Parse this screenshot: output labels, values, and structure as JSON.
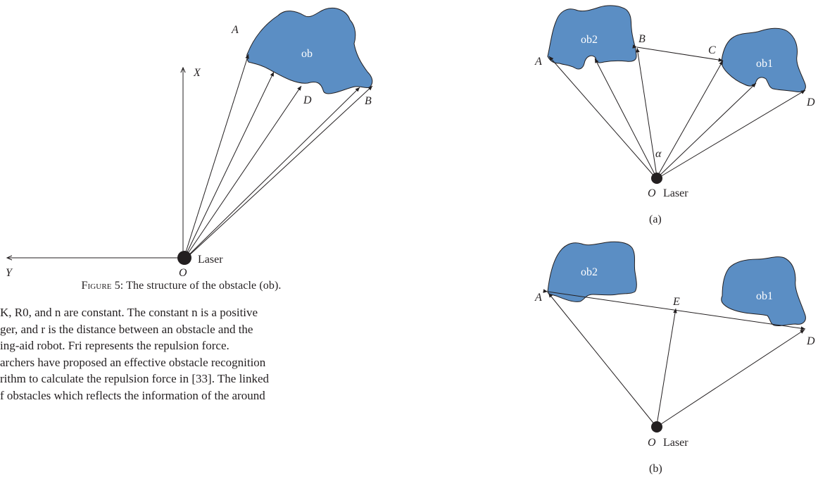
{
  "figure5": {
    "axis_x": "X",
    "axis_y": "Y",
    "origin": "O",
    "laser": "Laser",
    "obstacle": "ob",
    "point_a": "A",
    "point_b": "B",
    "point_d": "D",
    "caption_prefix": "Figure 5:",
    "caption_text": "The structure of the obstacle (ob)."
  },
  "figure_a": {
    "ob2": "ob2",
    "ob1": "ob1",
    "point_a": "A",
    "point_b": "B",
    "point_c": "C",
    "point_d": "D",
    "angle": "α",
    "origin": "O",
    "laser": "Laser",
    "sublabel": "(a)"
  },
  "figure_b": {
    "ob2": "ob2",
    "ob1": "ob1",
    "point_a": "A",
    "point_e": "E",
    "point_d": "D",
    "origin": "O",
    "laser": "Laser",
    "sublabel": "(b)"
  },
  "body_lines": [
    "K, R0, and n are constant. The constant n is a positive",
    "ger, and r is the distance between an obstacle and the",
    "ing-aid robot. Fri represents the repulsion force.",
    "archers have proposed an effective obstacle recognition",
    "rithm to calculate the repulsion force in [33]. The linked",
    "f obstacles which reflects the information of the around"
  ],
  "colors": {
    "obstacle_fill": "#5b8ec4",
    "obstacle_stroke": "#231f20",
    "line": "#231f20"
  }
}
